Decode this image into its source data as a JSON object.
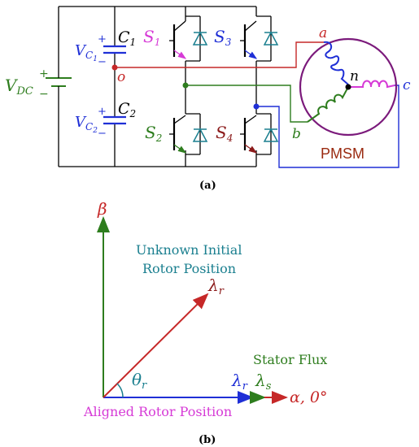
{
  "circuit": {
    "source_label": "V",
    "source_sub": "DC",
    "plus": "+",
    "minus": "−",
    "cap_top_v": "V",
    "cap_top_sub": "C",
    "cap_top_subsub": "1",
    "cap_top_name": "C",
    "cap_top_name_sub": "1",
    "cap_bot_v": "V",
    "cap_bot_sub": "C",
    "cap_bot_subsub": "2",
    "cap_bot_name": "C",
    "cap_bot_name_sub": "2",
    "midpoint": "o",
    "s1": "S",
    "s1_sub": "1",
    "s2": "S",
    "s2_sub": "2",
    "s3": "S",
    "s3_sub": "3",
    "s4": "S",
    "s4_sub": "4",
    "phase_a": "a",
    "phase_b": "b",
    "phase_c": "c",
    "neutral": "n",
    "motor": "PMSM",
    "caption": "(a)"
  },
  "vector": {
    "beta": "β",
    "alpha_axis": "α, 0°",
    "unknown_line1": "Unknown Initial",
    "unknown_line2": "Rotor Position",
    "lambda_r_upper": "λ",
    "lambda_r_upper_sub": "r",
    "theta": "θ",
    "theta_sub": "r",
    "stator_flux": "Stator Flux",
    "lambda_r_lower": "λ",
    "lambda_r_lower_sub": "r",
    "lambda_s": "λ",
    "lambda_s_sub": "s",
    "aligned": "Aligned Rotor Position",
    "caption": "(b)"
  },
  "colors": {
    "red": "#c62828",
    "green": "#2e7d1e",
    "blue": "#1f2fd6",
    "magenta": "#d63ad6",
    "teal": "#1a7f8f",
    "darkred": "#8b1a1a",
    "brown": "#9a2a10"
  }
}
